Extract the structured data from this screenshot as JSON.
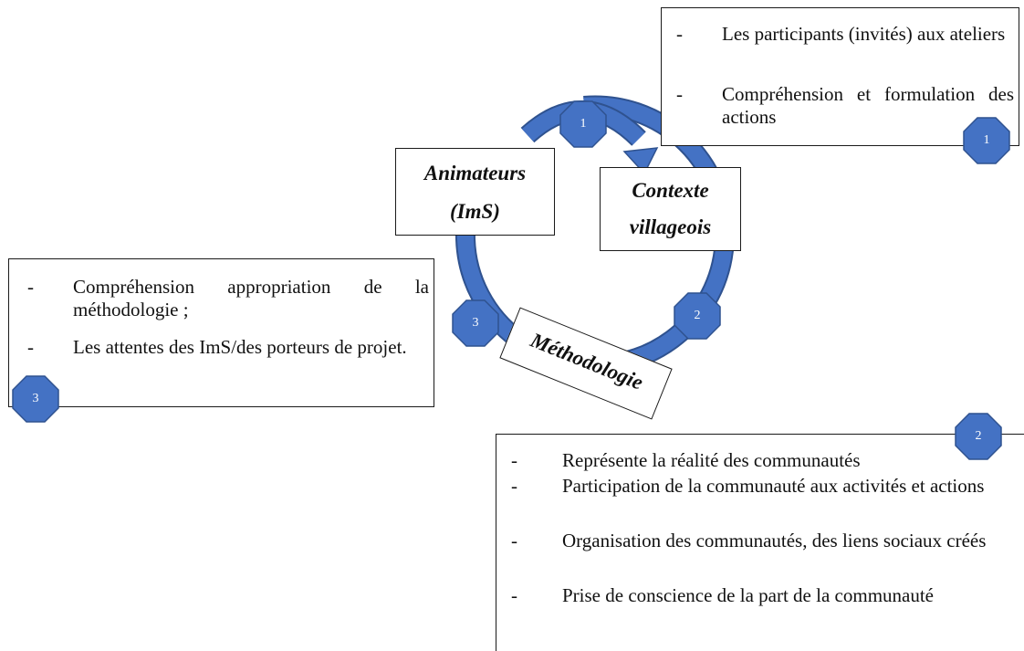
{
  "colors": {
    "accent": "#4472C4",
    "accent_dark": "#2F528F",
    "ring": "#3A66B0"
  },
  "cycle": {
    "node_animateurs": {
      "line1": "Animateurs",
      "line2": "(ImS)"
    },
    "node_contexte": {
      "line1": "Contexte",
      "line2": "villageois"
    },
    "node_methodologie": "Méthodologie",
    "ring_badges": [
      "1",
      "2",
      "3"
    ]
  },
  "box1": {
    "badge": "1",
    "items": [
      "Les participants (invités) aux ateliers",
      "Compréhension et formulation des actions"
    ]
  },
  "box2": {
    "badge": "2",
    "items": [
      "Représente la réalité des communautés",
      "Participation de la communauté aux activités et actions",
      "Organisation des communautés, des liens sociaux créés",
      "Prise de conscience de la part de la communauté"
    ]
  },
  "box3": {
    "badge": "3",
    "items": [
      "Compréhension appropriation de la méthodologie ;",
      "Les attentes des ImS/des porteurs de projet."
    ]
  },
  "bullet_char": "-"
}
